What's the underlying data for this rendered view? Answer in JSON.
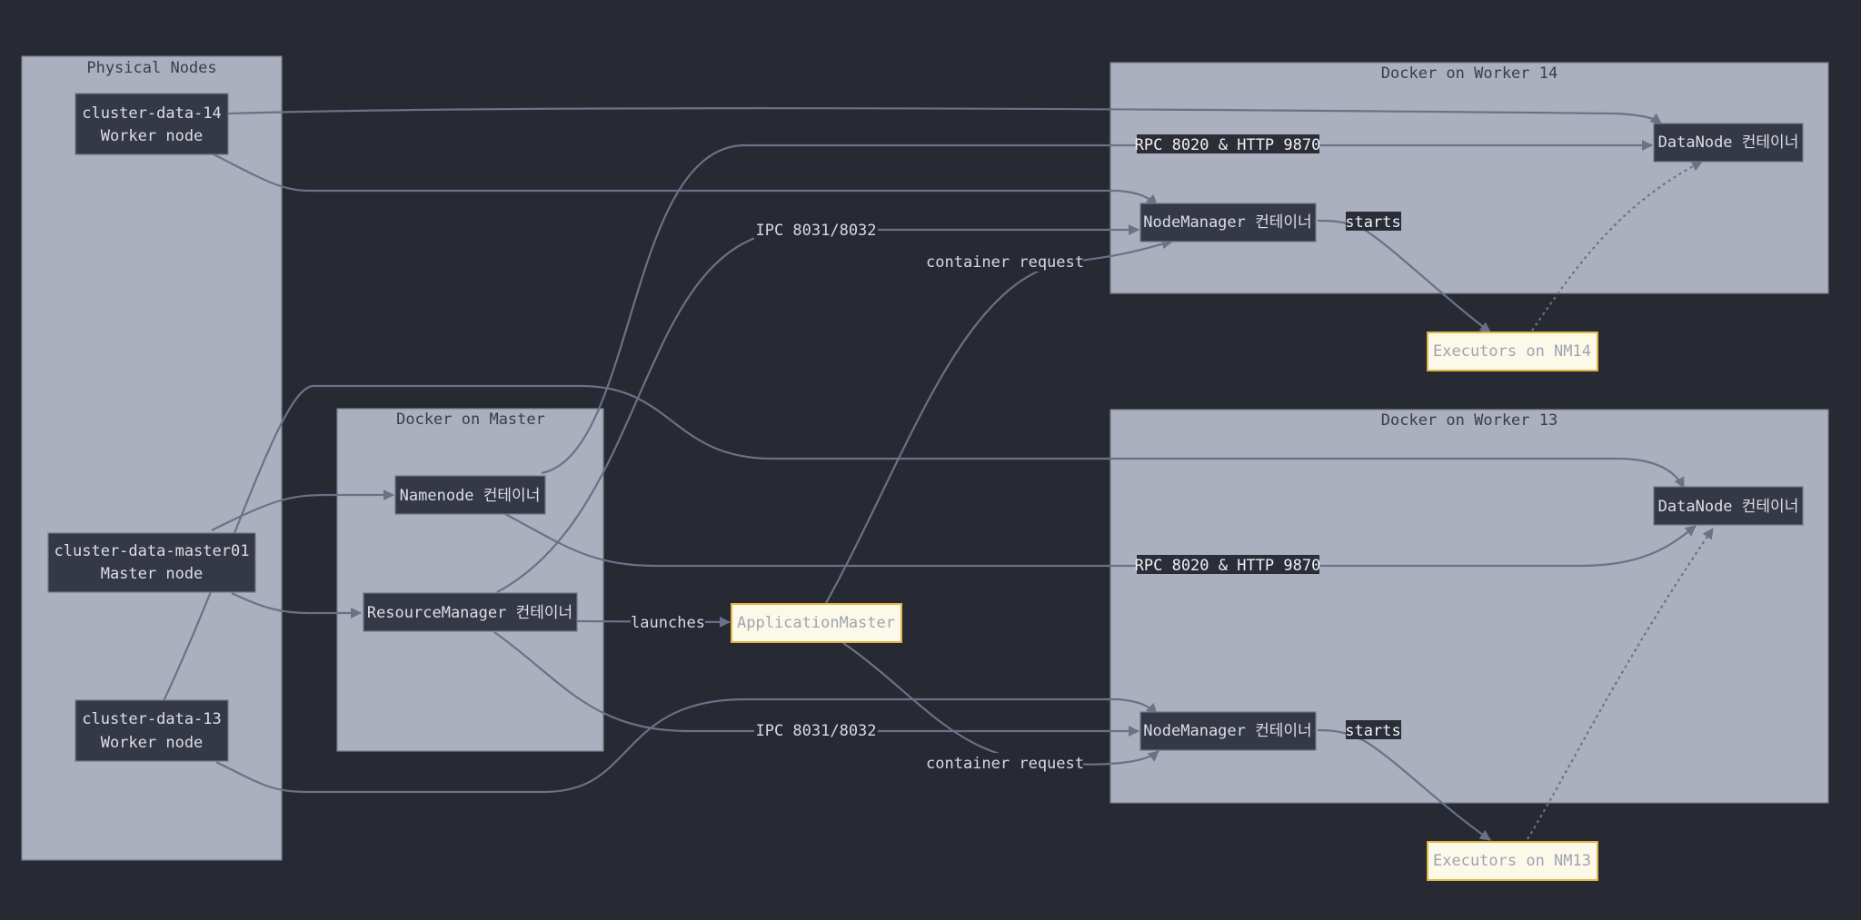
{
  "clusters": {
    "physical": "Physical Nodes",
    "master": "Docker on Master",
    "worker14": "Docker on Worker 14",
    "worker13": "Docker on Worker 13"
  },
  "nodes": {
    "data14": {
      "line1": "cluster-data-14",
      "line2": "Worker node"
    },
    "master01": {
      "line1": "cluster-data-master01",
      "line2": "Master node"
    },
    "data13": {
      "line1": "cluster-data-13",
      "line2": "Worker node"
    },
    "namenode": "Namenode 컨테이너",
    "resourcemanager": "ResourceManager 컨테이너",
    "appmaster": "ApplicationMaster",
    "datanode14": "DataNode 컨테이너",
    "nodemanager14": "NodeManager 컨테이너",
    "executors14": "Executors on NM14",
    "datanode13": "DataNode 컨테이너",
    "nodemanager13": "NodeManager 컨테이너",
    "executors13": "Executors on NM13"
  },
  "edge_labels": {
    "rpc14": "RPC 8020 & HTTP 9870",
    "ipc14": "IPC 8031/8032",
    "request14": "container request",
    "starts14": "starts",
    "launches": "launches",
    "rpc13": "RPC 8020 & HTTP 9870",
    "ipc13": "IPC 8031/8032",
    "request13": "container request",
    "starts13": "starts"
  },
  "colors": {
    "background": "#272a33",
    "cluster_fill": "#abb0bf",
    "node_fill": "#353845",
    "edge": "#6b7186",
    "executor_border": "#e0b548",
    "executor_fill": "#fdf9e9"
  }
}
